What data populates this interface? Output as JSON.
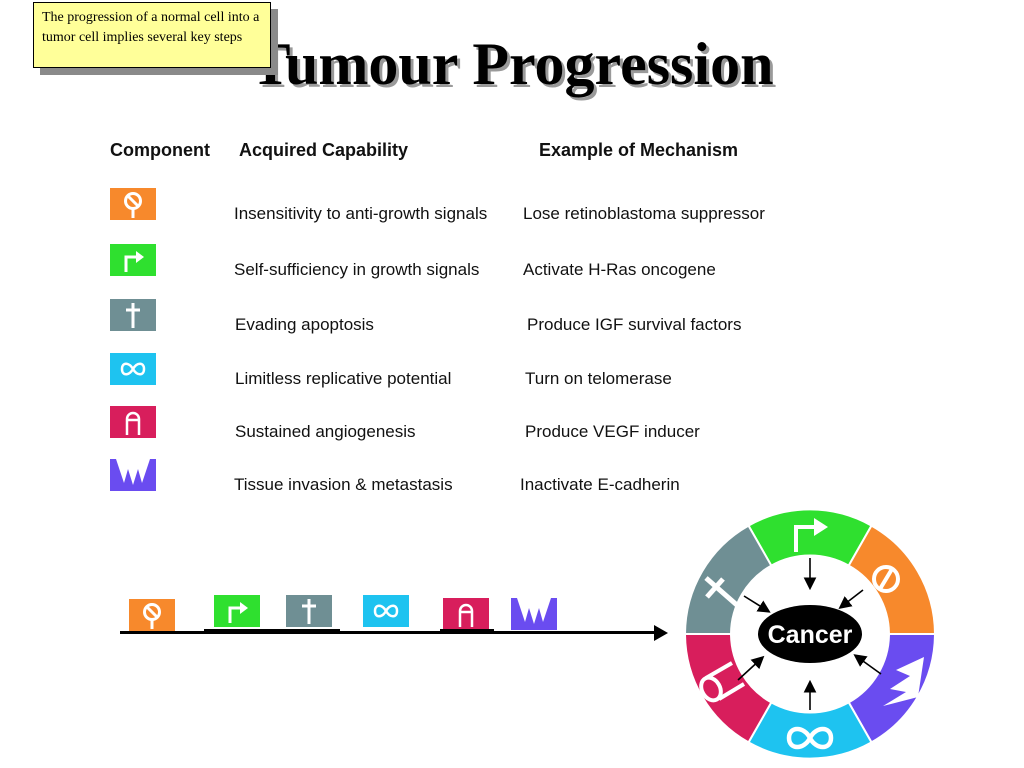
{
  "title": "Tumour Progression",
  "note": "The progression of a normal cell into a tumor cell implies several key steps",
  "table": {
    "headers": [
      "Component",
      "Acquired Capability",
      "Example of Mechanism"
    ],
    "rows": [
      {
        "icon": "no-entry-icon",
        "color": "#f7892c",
        "capability": "Insensitivity to anti-growth signals",
        "mechanism": "Lose retinoblastoma suppressor"
      },
      {
        "icon": "turn-arrow-icon",
        "color": "#2fe02f",
        "capability": "Self-sufficiency in growth signals",
        "mechanism": "Activate H-Ras oncogene"
      },
      {
        "icon": "cross-icon",
        "color": "#6f8f94",
        "capability": "Evading apoptosis",
        "mechanism": "Produce IGF survival factors"
      },
      {
        "icon": "infinity-icon",
        "color": "#1ec3f0",
        "capability": "Limitless replicative potential",
        "mechanism": "Turn on telomerase"
      },
      {
        "icon": "vessel-icon",
        "color": "#d81e5c",
        "capability": "Sustained angiogenesis",
        "mechanism": "Produce VEGF inducer"
      },
      {
        "icon": "spikes-icon",
        "color": "#6a4cf0",
        "capability": "Tissue invasion & metastasis",
        "mechanism": "Inactivate E-cadherin"
      }
    ]
  },
  "wheel": {
    "center_label": "Cancer"
  }
}
